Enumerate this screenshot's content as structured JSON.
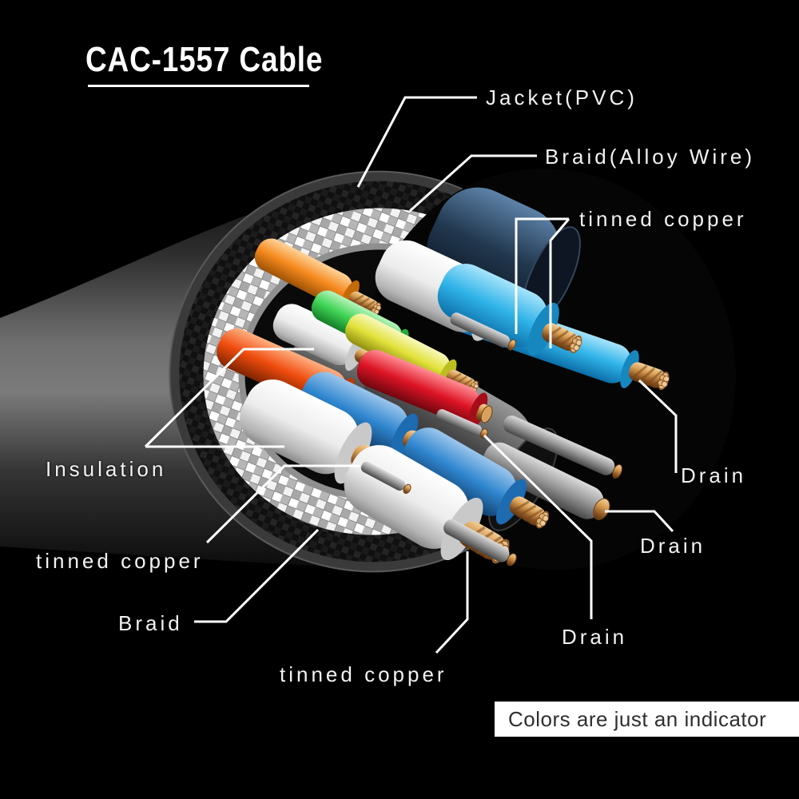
{
  "title": "CAC-1557 Cable",
  "note": "Colors are just an indicator",
  "labels": {
    "jacket": "Jacket(PVC)",
    "braid_alloy": "Braid(Alloy Wire)",
    "tinned_copper_top": "tinned copper",
    "drain_right": "Drain",
    "drain_mid": "Drain",
    "drain_bottom": "Drain",
    "insulation": "Insulation",
    "tinned_copper_left": "tinned copper",
    "braid": "Braid",
    "tinned_copper_bottom": "tinned copper"
  },
  "colors": {
    "background": "#000000",
    "label_text": "#f2f2f2",
    "leader_line": "#ffffff",
    "note_background": "#ffffff",
    "note_text": "#2f2f2f",
    "jacket_gray": "#6b6b6b",
    "braid_white": "#e6e6e6",
    "copper": "#c98e4e",
    "wire_cyan": "#2fb3e8",
    "wire_blue": "#2f86cf",
    "wire_orange": "#f5891d",
    "wire_green": "#3fd455",
    "wire_yellow": "#e2e23a",
    "wire_vermilion": "#ef4b0d",
    "wire_red": "#dd1425",
    "wire_white": "#f2f2f2",
    "drain_gray": "#9a9a9a"
  },
  "diagram": {
    "subject": "CAC-1557 cable cutaway cross-section"
  }
}
